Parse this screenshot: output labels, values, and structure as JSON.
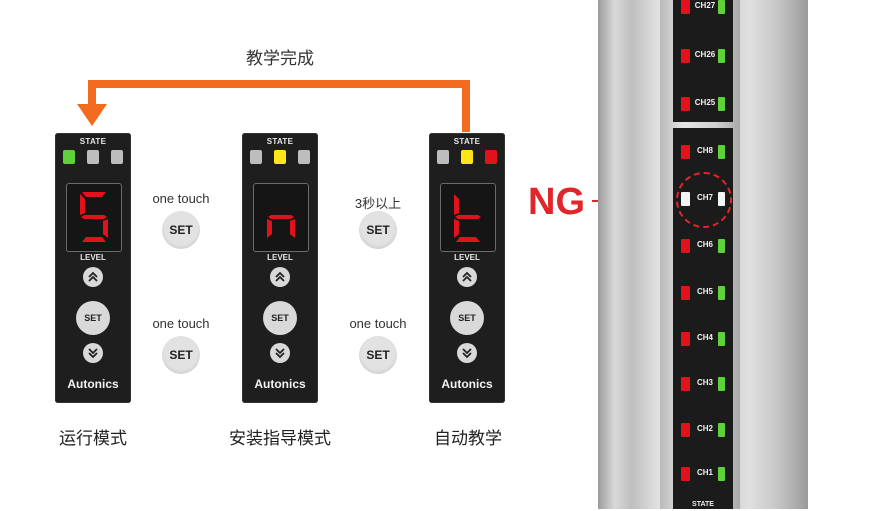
{
  "teach_title": "教学完成",
  "colors": {
    "arrow": "#f36b1f",
    "ng": "#e0262a",
    "led_green": "#5fd13a",
    "led_yellow": "#ffe51a",
    "led_red": "#e0131a",
    "led_off": "#bdbdbd",
    "segment_red": "#e0131a"
  },
  "devices": [
    {
      "state_label": "STATE",
      "leds": [
        "green",
        "off",
        "off"
      ],
      "display_char": "S",
      "level_label": "LEVEL",
      "up_icon": "double-chevron-up-icon",
      "set_label": "SET",
      "down_icon": "double-chevron-down-icon",
      "brand": "Autonics",
      "caption": "运行模式"
    },
    {
      "state_label": "STATE",
      "leds": [
        "off",
        "yellow",
        "off"
      ],
      "display_char": "n",
      "level_label": "LEVEL",
      "up_icon": "double-chevron-up-icon",
      "set_label": "SET",
      "down_icon": "double-chevron-down-icon",
      "brand": "Autonics",
      "caption": "安装指导模式"
    },
    {
      "state_label": "STATE",
      "leds": [
        "off",
        "yellow",
        "red"
      ],
      "display_char": "t",
      "level_label": "LEVEL",
      "up_icon": "double-chevron-up-icon",
      "set_label": "SET",
      "down_icon": "double-chevron-down-icon",
      "brand": "Autonics",
      "caption": "自动教学"
    }
  ],
  "actions": [
    {
      "label": "one touch",
      "button": "SET"
    },
    {
      "label": "one touch",
      "button": "SET"
    },
    {
      "label": "3秒以上",
      "button": "SET"
    },
    {
      "label": "one touch",
      "button": "SET"
    }
  ],
  "ng_label": "NG",
  "channels_top": [
    "CH27",
    "CH26",
    "CH25"
  ],
  "channels_bottom": [
    "CH8",
    "CH7",
    "CH6",
    "CH5",
    "CH4",
    "CH3",
    "CH2",
    "CH1"
  ],
  "highlighted_channel": "CH7",
  "sensor_state_label": "STATE"
}
